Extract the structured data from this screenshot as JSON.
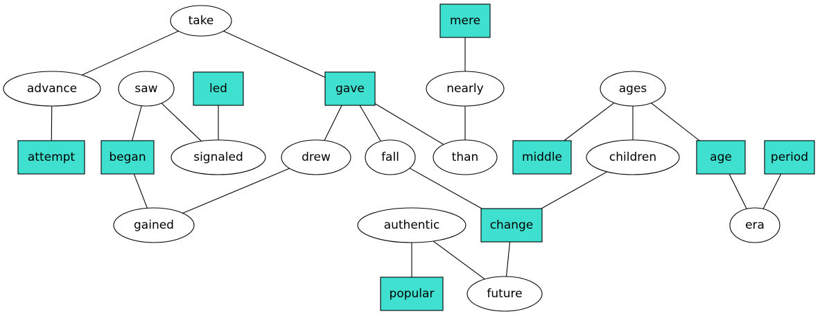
{
  "graph": {
    "box_color": "#40e0d0",
    "nodes": [
      {
        "id": "take",
        "label": "take",
        "shape": "ellipse"
      },
      {
        "id": "mere",
        "label": "mere",
        "shape": "box"
      },
      {
        "id": "advance",
        "label": "advance",
        "shape": "ellipse"
      },
      {
        "id": "saw",
        "label": "saw",
        "shape": "ellipse"
      },
      {
        "id": "led",
        "label": "led",
        "shape": "box"
      },
      {
        "id": "gave",
        "label": "gave",
        "shape": "box"
      },
      {
        "id": "nearly",
        "label": "nearly",
        "shape": "ellipse"
      },
      {
        "id": "ages",
        "label": "ages",
        "shape": "ellipse"
      },
      {
        "id": "attempt",
        "label": "attempt",
        "shape": "box"
      },
      {
        "id": "began",
        "label": "began",
        "shape": "box"
      },
      {
        "id": "signaled",
        "label": "signaled",
        "shape": "ellipse"
      },
      {
        "id": "drew",
        "label": "drew",
        "shape": "ellipse"
      },
      {
        "id": "fall",
        "label": "fall",
        "shape": "ellipse"
      },
      {
        "id": "than",
        "label": "than",
        "shape": "ellipse"
      },
      {
        "id": "middle",
        "label": "middle",
        "shape": "box"
      },
      {
        "id": "children",
        "label": "children",
        "shape": "ellipse"
      },
      {
        "id": "age",
        "label": "age",
        "shape": "box"
      },
      {
        "id": "period",
        "label": "period",
        "shape": "box"
      },
      {
        "id": "gained",
        "label": "gained",
        "shape": "ellipse"
      },
      {
        "id": "authentic",
        "label": "authentic",
        "shape": "ellipse"
      },
      {
        "id": "change",
        "label": "change",
        "shape": "box"
      },
      {
        "id": "era",
        "label": "era",
        "shape": "ellipse"
      },
      {
        "id": "popular",
        "label": "popular",
        "shape": "box"
      },
      {
        "id": "future",
        "label": "future",
        "shape": "ellipse"
      }
    ],
    "edges": [
      [
        "take",
        "advance"
      ],
      [
        "take",
        "gave"
      ],
      [
        "mere",
        "nearly"
      ],
      [
        "advance",
        "attempt"
      ],
      [
        "saw",
        "began"
      ],
      [
        "saw",
        "signaled"
      ],
      [
        "led",
        "signaled"
      ],
      [
        "gave",
        "drew"
      ],
      [
        "gave",
        "fall"
      ],
      [
        "gave",
        "than"
      ],
      [
        "nearly",
        "than"
      ],
      [
        "ages",
        "middle"
      ],
      [
        "ages",
        "children"
      ],
      [
        "ages",
        "age"
      ],
      [
        "began",
        "gained"
      ],
      [
        "drew",
        "gained"
      ],
      [
        "fall",
        "change"
      ],
      [
        "children",
        "change"
      ],
      [
        "age",
        "era"
      ],
      [
        "period",
        "era"
      ],
      [
        "authentic",
        "popular"
      ],
      [
        "authentic",
        "future"
      ],
      [
        "change",
        "future"
      ]
    ]
  }
}
